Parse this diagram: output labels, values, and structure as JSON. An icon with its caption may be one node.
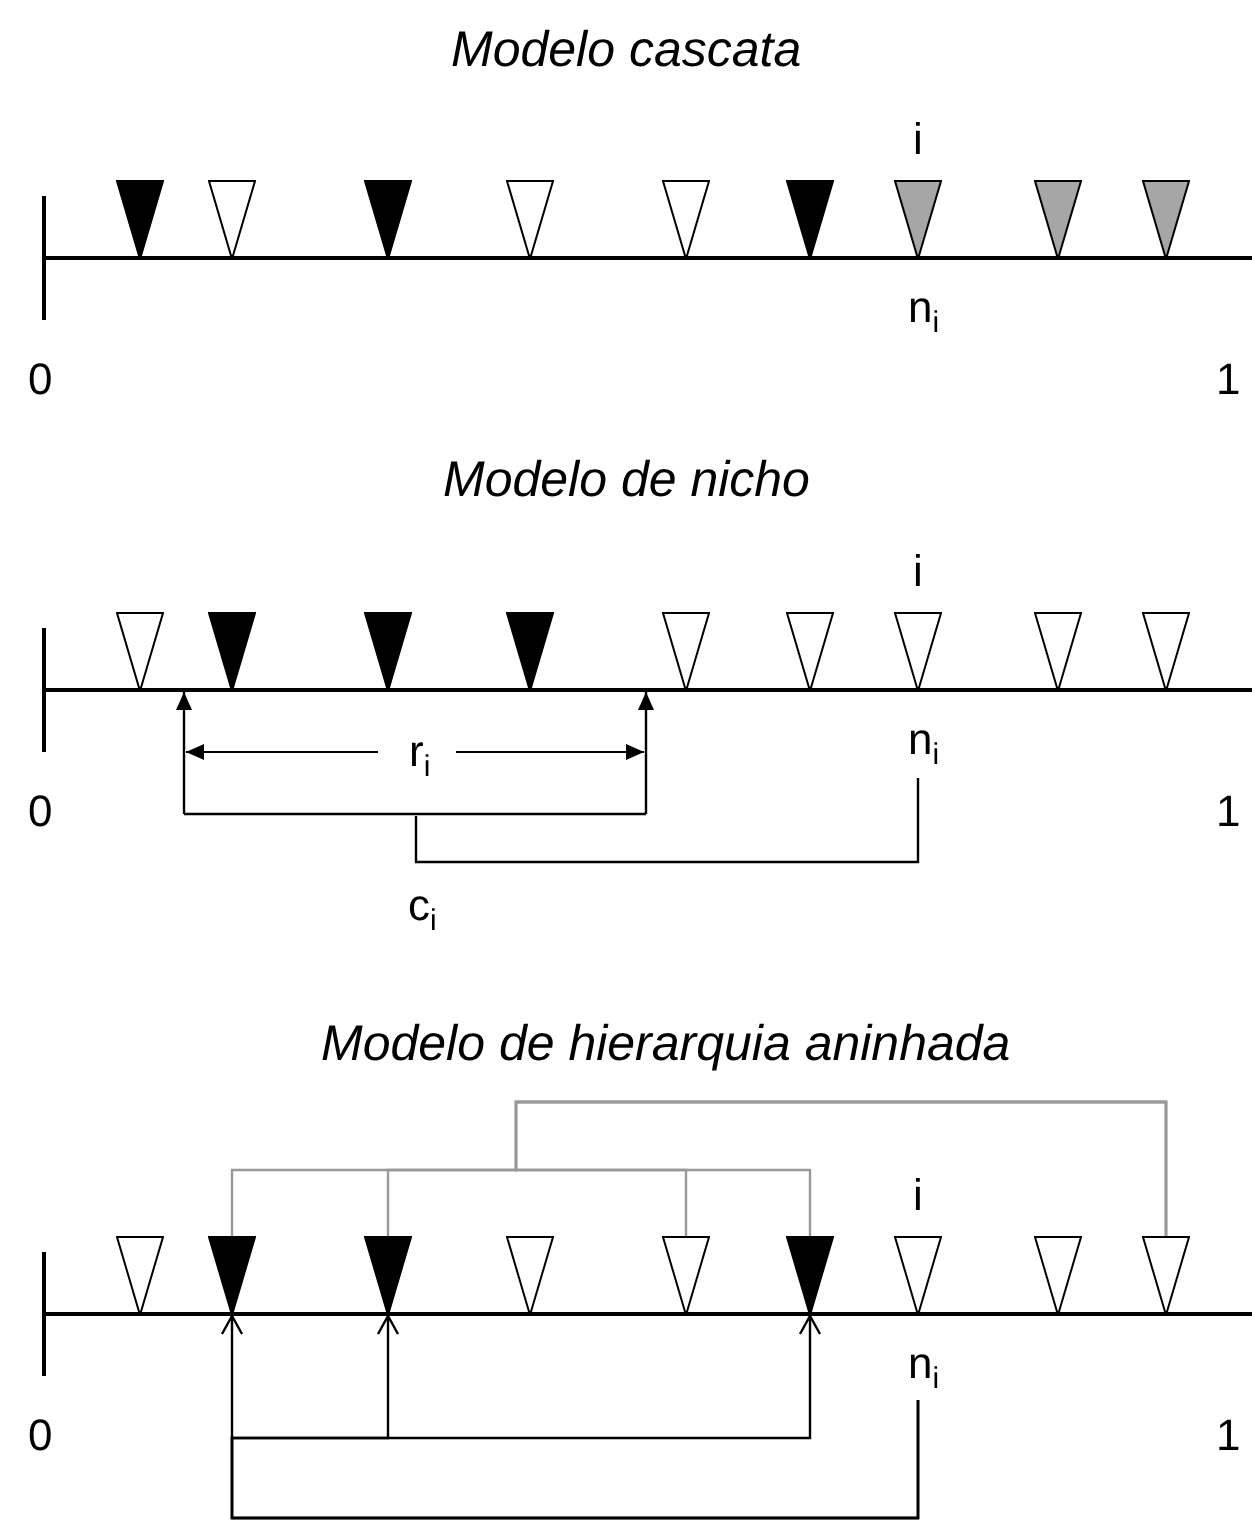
{
  "diagram": {
    "nodes": [
      {
        "text": [],
        "shape": "triangle"
      },
      {
        "text": [],
        "shape": "triangle"
      },
      {
        "text": [],
        "shape": "triangle"
      },
      {
        "text": [],
        "shape": "triangle"
      },
      {
        "text": [],
        "shape": "triangle"
      },
      {
        "text": [],
        "shape": "triangle"
      },
      {
        "text": [],
        "shape": "triangle",
        "beside": [
          "i",
          "n$_{i}$"
        ]
      },
      {
        "text": [],
        "shape": "triangle"
      },
      {
        "text": [],
        "shape": "triangle"
      },
      {
        "text": [],
        "shape": "triangle"
      },
      {
        "text": [],
        "shape": "triangle"
      },
      {
        "text": [],
        "shape": "triangle"
      },
      {
        "text": [],
        "shape": "triangle"
      },
      {
        "text": [],
        "shape": "triangle"
      },
      {
        "text": [],
        "shape": "triangle"
      },
      {
        "text": [],
        "shape": "triangle",
        "beside": [
          "i",
          "n$_{i}$"
        ]
      },
      {
        "text": [],
        "shape": "triangle"
      },
      {
        "text": [],
        "shape": "triangle"
      },
      {
        "text": [],
        "shape": "triangle"
      },
      {
        "text": [],
        "shape": "triangle"
      },
      {
        "text": [],
        "shape": "triangle"
      },
      {
        "text": [],
        "shape": "triangle"
      },
      {
        "text": [],
        "shape": "triangle"
      },
      {
        "text": [],
        "shape": "triangle"
      },
      {
        "text": [],
        "shape": "triangle",
        "beside": [
          "i",
          "n$_{i}$"
        ]
      },
      {
        "text": [],
        "shape": "triangle"
      },
      {
        "text": [],
        "shape": "triangle"
      }
    ],
    "edges": [
      {
        "from": 26,
        "to": 19,
        "arrow": "none",
        "color": "#999999"
      },
      {
        "from": 26,
        "to": 20,
        "arrow": "none",
        "color": "#999999"
      },
      {
        "from": 26,
        "to": 22,
        "arrow": "none",
        "color": "#999999"
      },
      {
        "from": 26,
        "to": 23,
        "arrow": "none",
        "color": "#999999"
      },
      {
        "from": 24,
        "to": 19,
        "arrow": "to",
        "color": "#000000"
      },
      {
        "from": 24,
        "to": 20,
        "arrow": "to",
        "color": "#000000"
      },
      {
        "from": 24,
        "to": 23,
        "arrow": "to",
        "color": "#000000"
      },
      {
        "from": 15,
        "to": null,
        "arrow": "none",
        "color": "#000000"
      }
    ],
    "labels": [
      "Modelo cascata",
      "0",
      "1",
      "Modelo de nicho",
      "r$_{i}$",
      "0",
      "1",
      "c$_{i}$",
      "Modelo de hierarquia aninhada",
      "0",
      "1"
    ]
  }
}
